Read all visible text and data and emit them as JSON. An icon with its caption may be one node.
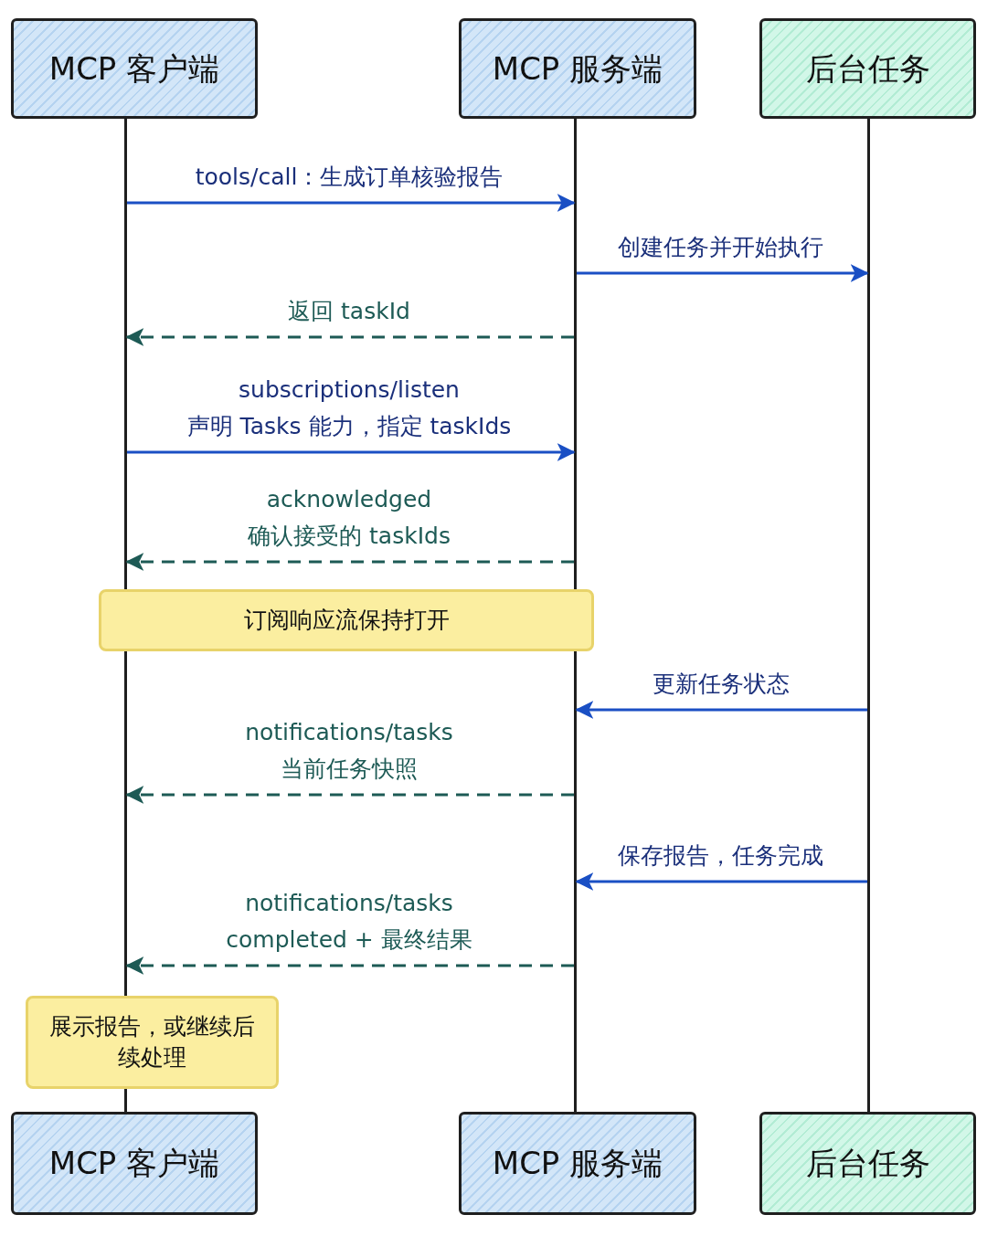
{
  "diagram": {
    "nodes": [
      {
        "text": [
          "MCP 客户端"
        ]
      },
      {
        "text": [
          "MCP 服务端"
        ]
      },
      {
        "text": [
          "后台任务"
        ]
      },
      {
        "text": [],
        "shape": "bar"
      },
      {
        "text": [],
        "shape": "bar"
      },
      {
        "text": [],
        "shape": "bar"
      },
      {
        "text": [
          "订阅响应流保持打开"
        ]
      },
      {
        "text": [
          "展示报告，或继续后续处理"
        ]
      },
      {
        "text": [
          "MCP 客户端"
        ]
      },
      {
        "text": [
          "MCP 服务端"
        ]
      },
      {
        "text": [
          "后台任务"
        ]
      }
    ],
    "edges": [
      {
        "from": 3,
        "to": 4,
        "arrow": "to",
        "label": "tools/call：生成订单核验报告"
      },
      {
        "from": 4,
        "to": 5,
        "arrow": "to",
        "label": "创建任务并开始执行"
      },
      {
        "from": 4,
        "to": 3,
        "arrow": "to",
        "label": "返回 taskId",
        "style": "dashed",
        "color": "#1d5a55"
      },
      {
        "from": 3,
        "to": 4,
        "arrow": "to",
        "label": "subscriptions/listen 声明 Tasks 能力，指定 taskIds"
      },
      {
        "from": 4,
        "to": 3,
        "arrow": "to",
        "label": "acknowledged 确认接受的 taskIds",
        "style": "dashed",
        "color": "#1d5a55"
      },
      {
        "from": 5,
        "to": 4,
        "arrow": "to",
        "label": "更新任务状态"
      },
      {
        "from": 4,
        "to": 3,
        "arrow": "to",
        "label": "notifications/tasks 当前任务快照",
        "style": "dashed",
        "color": "#1d5a55"
      },
      {
        "from": 5,
        "to": 4,
        "arrow": "to",
        "label": "保存报告，任务完成"
      },
      {
        "from": 4,
        "to": 3,
        "arrow": "to",
        "label": "notifications/tasks completed + 最终结果",
        "style": "dashed",
        "color": "#1d5a55"
      }
    ]
  }
}
